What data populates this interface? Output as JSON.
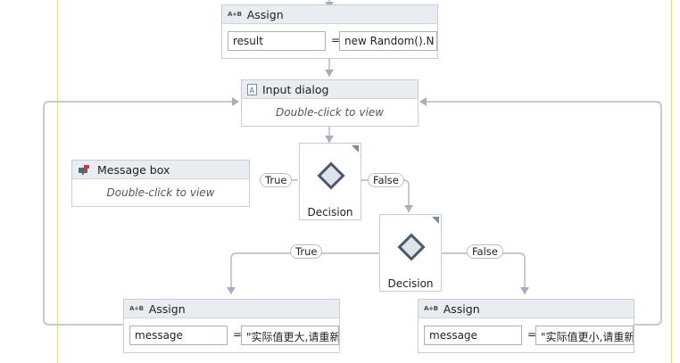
{
  "colors": {
    "wire": "#b4bac4",
    "frame_line": "#f1d38a",
    "header_bg": "#e9ecf0"
  },
  "assign_top": {
    "title": "Assign",
    "icon": "assign-ab-icon",
    "left_value": "result",
    "equals": "=",
    "right_value": "new Random().N"
  },
  "input_dialog": {
    "title": "Input dialog",
    "icon": "input-dialog-icon",
    "body": "Double-click to view"
  },
  "message_box": {
    "title": "Message box",
    "icon": "message-box-icon",
    "body": "Double-click to view"
  },
  "decision_1": {
    "label": "Decision",
    "true_label": "True",
    "false_label": "False"
  },
  "decision_2": {
    "label": "Decision",
    "true_label": "True",
    "false_label": "False"
  },
  "assign_left": {
    "title": "Assign",
    "icon": "assign-ab-icon",
    "left_value": "message",
    "equals": "=",
    "right_value": "\"实际值更大,请重新"
  },
  "assign_right": {
    "title": "Assign",
    "icon": "assign-ab-icon",
    "left_value": "message",
    "equals": "=",
    "right_value": "\"实际值更小,请重新"
  }
}
